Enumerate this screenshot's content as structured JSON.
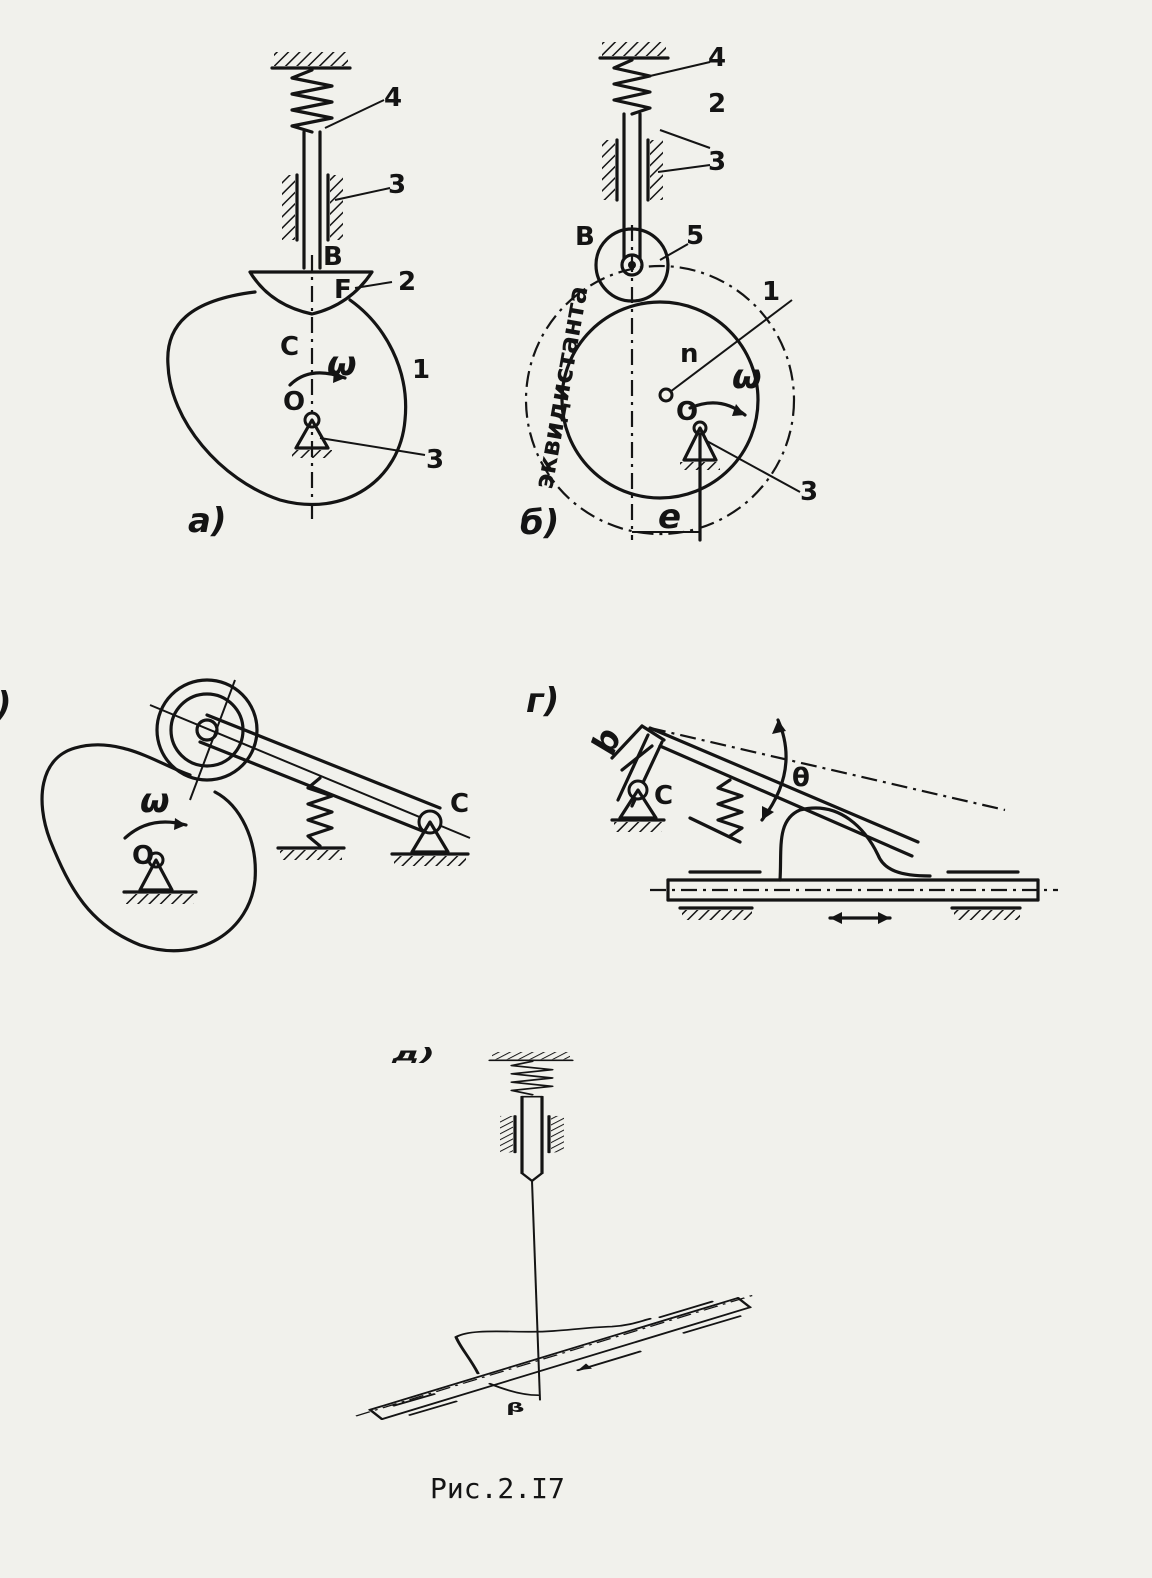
{
  "figure": {
    "caption": "Рис.2.I7",
    "panel_a": {
      "label": "а)",
      "labels": {
        "n4": "4",
        "n3_top": "3",
        "B": "B",
        "n2": "2",
        "F": "F",
        "C": "C",
        "omega": "ω",
        "n1": "1",
        "O": "O",
        "n3_bot": "3"
      }
    },
    "panel_b": {
      "label": "б)",
      "labels": {
        "n4": "4",
        "n2": "2",
        "n3_top": "3",
        "B": "B",
        "n5": "5",
        "n1": "1",
        "n": "n",
        "O": "O",
        "omega": "ω",
        "n3_bot": "3",
        "e": "e",
        "curve": "эквидистанта"
      }
    },
    "panel_v": {
      "label": ")",
      "labels": {
        "omega": "ω",
        "O": "O",
        "C": "C"
      }
    },
    "panel_g": {
      "label": "г)",
      "labels": {
        "b": "b",
        "C": "C",
        "theta": "θ"
      }
    },
    "panel_d": {
      "label": "д)",
      "labels": {
        "beta": "β"
      }
    }
  }
}
